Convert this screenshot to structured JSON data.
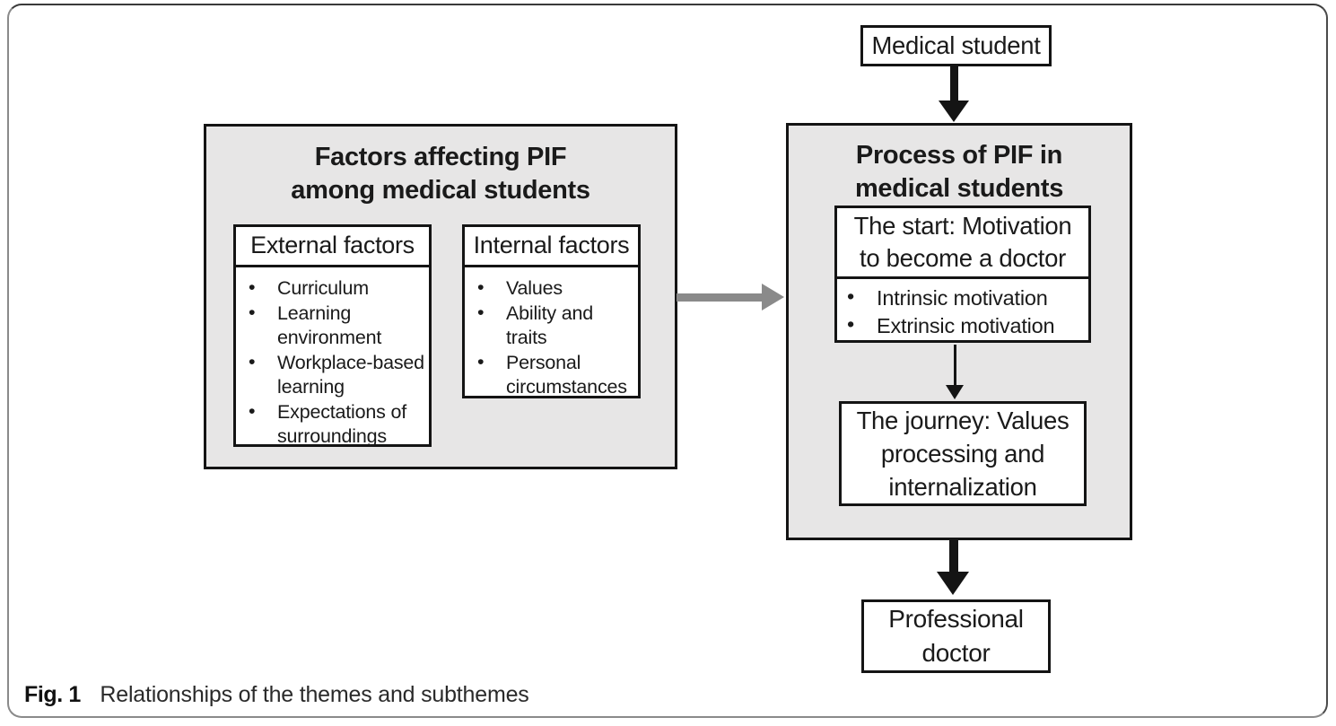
{
  "figure_caption": {
    "label": "Fig. 1",
    "text": "Relationships of the themes and subthemes"
  },
  "top_node": {
    "label": "Medical student"
  },
  "bottom_node": {
    "line1": "Professional",
    "line2": "doctor"
  },
  "factors_group": {
    "title_line1": "Factors affecting PIF",
    "title_line2": "among medical students",
    "external": {
      "header": "External factors",
      "items": [
        "Curriculum",
        "Learning environment",
        "Workplace-based learning",
        "Expectations of surroundings"
      ]
    },
    "internal": {
      "header": "Internal factors",
      "items": [
        "Values",
        "Ability and traits",
        "Personal circumstances"
      ]
    }
  },
  "process_group": {
    "title_line1": "Process of PIF in",
    "title_line2": "medical students",
    "start": {
      "header_line1": "The start: Motivation",
      "header_line2": "to become a doctor",
      "items": [
        "Intrinsic motivation",
        "Extrinsic motivation"
      ]
    },
    "journey": {
      "line1": "The journey: Values",
      "line2": "processing and",
      "line3": "internalization"
    }
  },
  "colors": {
    "group_fill": "#e7e6e6",
    "border_black": "#141414",
    "arrow_gray": "#8a8a8a"
  }
}
